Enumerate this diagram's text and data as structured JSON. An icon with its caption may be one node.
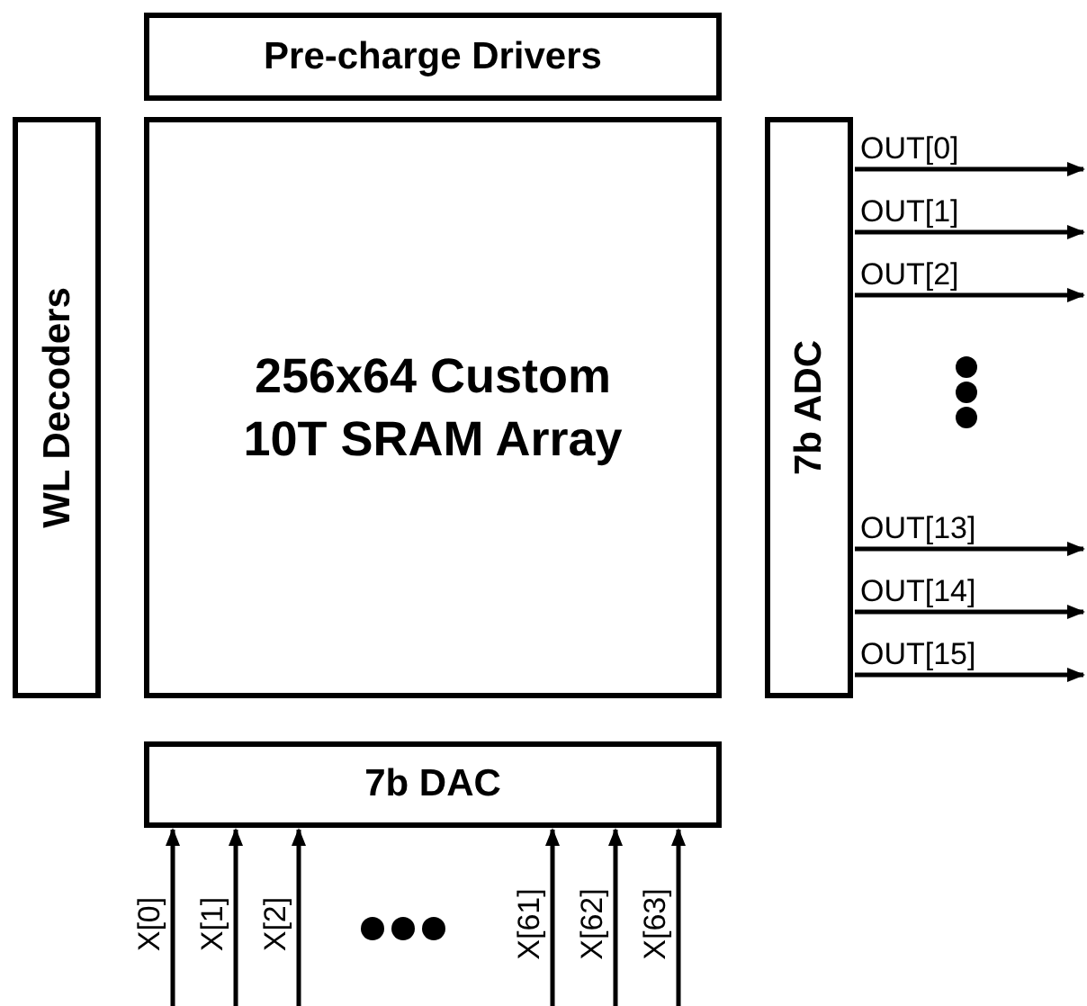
{
  "diagram": {
    "nodes": [
      {
        "text": [
          "Pre-charge Drivers"
        ]
      },
      {
        "text": [
          "WL Decoders"
        ]
      },
      {
        "text": [
          "256x64 Custom 10T SRAM Array"
        ]
      },
      {
        "text": [
          "7b ADC"
        ]
      },
      {
        "text": [
          "7b DAC"
        ]
      }
    ],
    "edges": [
      {
        "from": 3,
        "to": null,
        "arrow": "to",
        "label": "OUT[0]"
      },
      {
        "from": 3,
        "to": null,
        "arrow": "to",
        "label": "OUT[1]"
      },
      {
        "from": 3,
        "to": null,
        "arrow": "to",
        "label": "OUT[2]"
      },
      {
        "from": 3,
        "to": null,
        "arrow": "to",
        "label": "OUT[13]"
      },
      {
        "from": 3,
        "to": null,
        "arrow": "to",
        "label": "OUT[14]"
      },
      {
        "from": 3,
        "to": null,
        "arrow": "to",
        "label": "OUT[15]"
      },
      {
        "from": null,
        "to": 4,
        "arrow": "to",
        "label": "X[0]"
      },
      {
        "from": null,
        "to": 4,
        "arrow": "to",
        "label": "X[1]"
      },
      {
        "from": null,
        "to": 4,
        "arrow": "to",
        "label": "X[2]"
      },
      {
        "from": null,
        "to": 4,
        "arrow": "to",
        "label": "X[61]"
      },
      {
        "from": null,
        "to": 4,
        "arrow": "to",
        "label": "X[62]"
      },
      {
        "from": null,
        "to": 4,
        "arrow": "to",
        "label": "X[63]"
      }
    ]
  }
}
